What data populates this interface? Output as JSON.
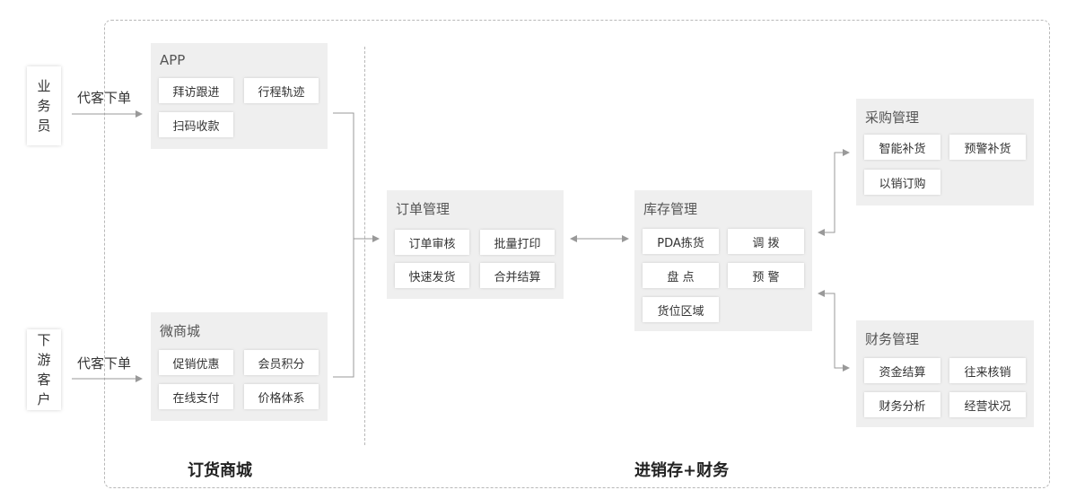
{
  "actors": {
    "salesman": "业务员",
    "customer": "下游客户"
  },
  "edges": {
    "salesman_order": "代客下单",
    "customer_order": "代客下单"
  },
  "sections": {
    "left": "订货商城",
    "right": "进销存+财务"
  },
  "panels": {
    "app": {
      "title": "APP",
      "items": [
        "拜访跟进",
        "行程轨迹",
        "扫码收款"
      ]
    },
    "mall": {
      "title": "微商城",
      "items": [
        "促销优惠",
        "会员积分",
        "在线支付",
        "价格体系"
      ]
    },
    "order": {
      "title": "订单管理",
      "items": [
        "订单审核",
        "批量打印",
        "快速发货",
        "合并结算"
      ]
    },
    "stock": {
      "title": "库存管理",
      "items": [
        "PDA拣货",
        "调 拨",
        "盘 点",
        "预 警",
        "货位区域"
      ]
    },
    "purchase": {
      "title": "采购管理",
      "items": [
        "智能补货",
        "预警补货",
        "以销订购"
      ]
    },
    "finance": {
      "title": "财务管理",
      "items": [
        "资金结算",
        "往来核销",
        "财务分析",
        "经营状况"
      ]
    }
  }
}
